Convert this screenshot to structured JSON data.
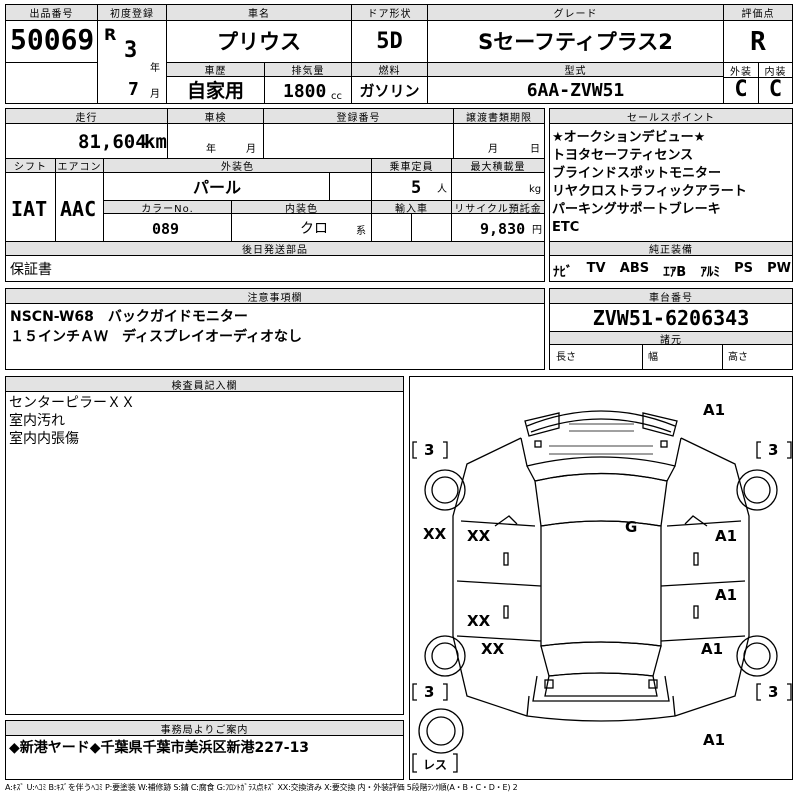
{
  "header": {
    "lot_no_label": "出品番号",
    "lot_no": "50069",
    "first_reg_label": "初度登録",
    "era": "R",
    "year": "3",
    "year_unit": "年",
    "month": "7",
    "month_unit": "月",
    "name_label": "車名",
    "name": "プリウス",
    "door_label": "ドア形状",
    "door": "5D",
    "grade_label": "グレード",
    "grade": "Sセーフティプラス2",
    "score_label": "評価点",
    "score": "R",
    "history_label": "車歴",
    "history": "自家用",
    "displacement_label": "排気量",
    "displacement": "1800",
    "displacement_unit": "cc",
    "fuel_label": "燃料",
    "fuel": "ガソリン",
    "model_label": "型式",
    "model": "6AA-ZVW51",
    "exterior_label": "外装",
    "exterior": "C",
    "interior_label": "内装",
    "interior": "C"
  },
  "row2": {
    "mileage_label": "走行",
    "mileage": "81,604",
    "mileage_unit": "km",
    "inspection_label": "車検",
    "inspection_year_unit": "年",
    "inspection_month_unit": "月",
    "plate_label": "登録番号",
    "transfer_label": "譲渡書類期限",
    "transfer_month_unit": "月",
    "transfer_day_unit": "日",
    "shift_label": "シフト",
    "shift": "IAT",
    "aircon_label": "エアコン",
    "aircon": "AAC",
    "ext_color_label": "外装色",
    "ext_color": "パール",
    "capacity_label": "乗車定員",
    "capacity": "5",
    "capacity_unit": "人",
    "load_label": "最大積載量",
    "load_unit": "kg",
    "color_no_label": "カラーNo.",
    "color_no": "089",
    "int_color_label": "内装色",
    "int_color": "クロ",
    "int_color_unit": "系",
    "import_label": "輸入車",
    "recycle_label": "リサイクル預託金",
    "recycle": "9,830",
    "recycle_unit": "円"
  },
  "sales_points": {
    "label": "セールスポイント",
    "items": [
      "★オークションデビュー★",
      "トヨタセーフティセンス",
      "ブラインドスポットモニター",
      "リヤクロストラフィックアラート",
      "パーキングサポートブレーキ",
      "ETC"
    ]
  },
  "equipment": {
    "label": "純正装備",
    "items": [
      "ﾅﾋﾞ",
      "TV",
      "ABS",
      "ｴｱB",
      "ｱﾙﾐ",
      "PS",
      "PW"
    ]
  },
  "later_parts": {
    "label": "後日発送部品",
    "value": "保証書"
  },
  "notes": {
    "label": "注意事項欄",
    "lines": [
      "NSCN-W68　バックガイドモニター",
      "１５インチＡＷ　ディスプレイオーディオなし"
    ]
  },
  "chassis": {
    "label": "車台番号",
    "value": "ZVW51-6206343",
    "dims_label": "諸元",
    "length_label": "長さ",
    "width_label": "幅",
    "height_label": "高さ"
  },
  "inspector": {
    "label": "検査員記入欄",
    "lines": [
      "センターピラーＸＸ",
      "室内汚れ",
      "室内内張傷"
    ]
  },
  "diagram": {
    "marks": {
      "top_right": "A1",
      "tire_fl": "3",
      "tire_fr": "3",
      "tire_rl": "3",
      "tire_rr": "3",
      "roof": "G",
      "left_xx": "XX",
      "front_door_l": "XX",
      "rear_door_l": "XX",
      "rear_fender_l": "XX",
      "front_door_r": "A1",
      "rear_door_r": "A1",
      "rear_fender_r": "A1",
      "bottom_right": "A1",
      "spare": "レス"
    }
  },
  "office": {
    "label": "事務局よりご案内",
    "text": "◆新港ヤード◆千葉県千葉市美浜区新港227-13"
  },
  "legend": "A:ｷｽﾞ U:ﾍｺﾐ B:ｷｽﾞを伴うﾍｺﾐ P:要塗装 W:補修跡 S:錆 C:腐食 G:ﾌﾛﾝﾄｶﾞﾗｽ点ｷｽﾞ XX:交換済み X:要交換 内・外装評価 5段階ﾗﾝｸ順(A・B・C・D・E) 2"
}
